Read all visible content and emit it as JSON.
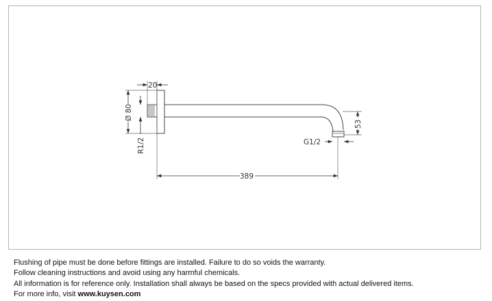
{
  "drawing": {
    "dim_flange_depth": "20",
    "dim_flange_diameter": "Ø 80",
    "dim_inlet_thread": "R1/2",
    "dim_outlet_thread": "G1/2",
    "dim_drop": "53",
    "dim_length": "389"
  },
  "notes": {
    "line1": "Flushing of pipe must be done before fittings are installed. Failure to do so voids the warranty.",
    "line2": "Follow cleaning instructions and avoid using any harmful chemicals.",
    "line3": "All information is for reference only. Installation shall always be based on the specs provided with actual delivered items.",
    "line4_prefix": "For more info, visit",
    "website": "www.kuysen.com"
  }
}
